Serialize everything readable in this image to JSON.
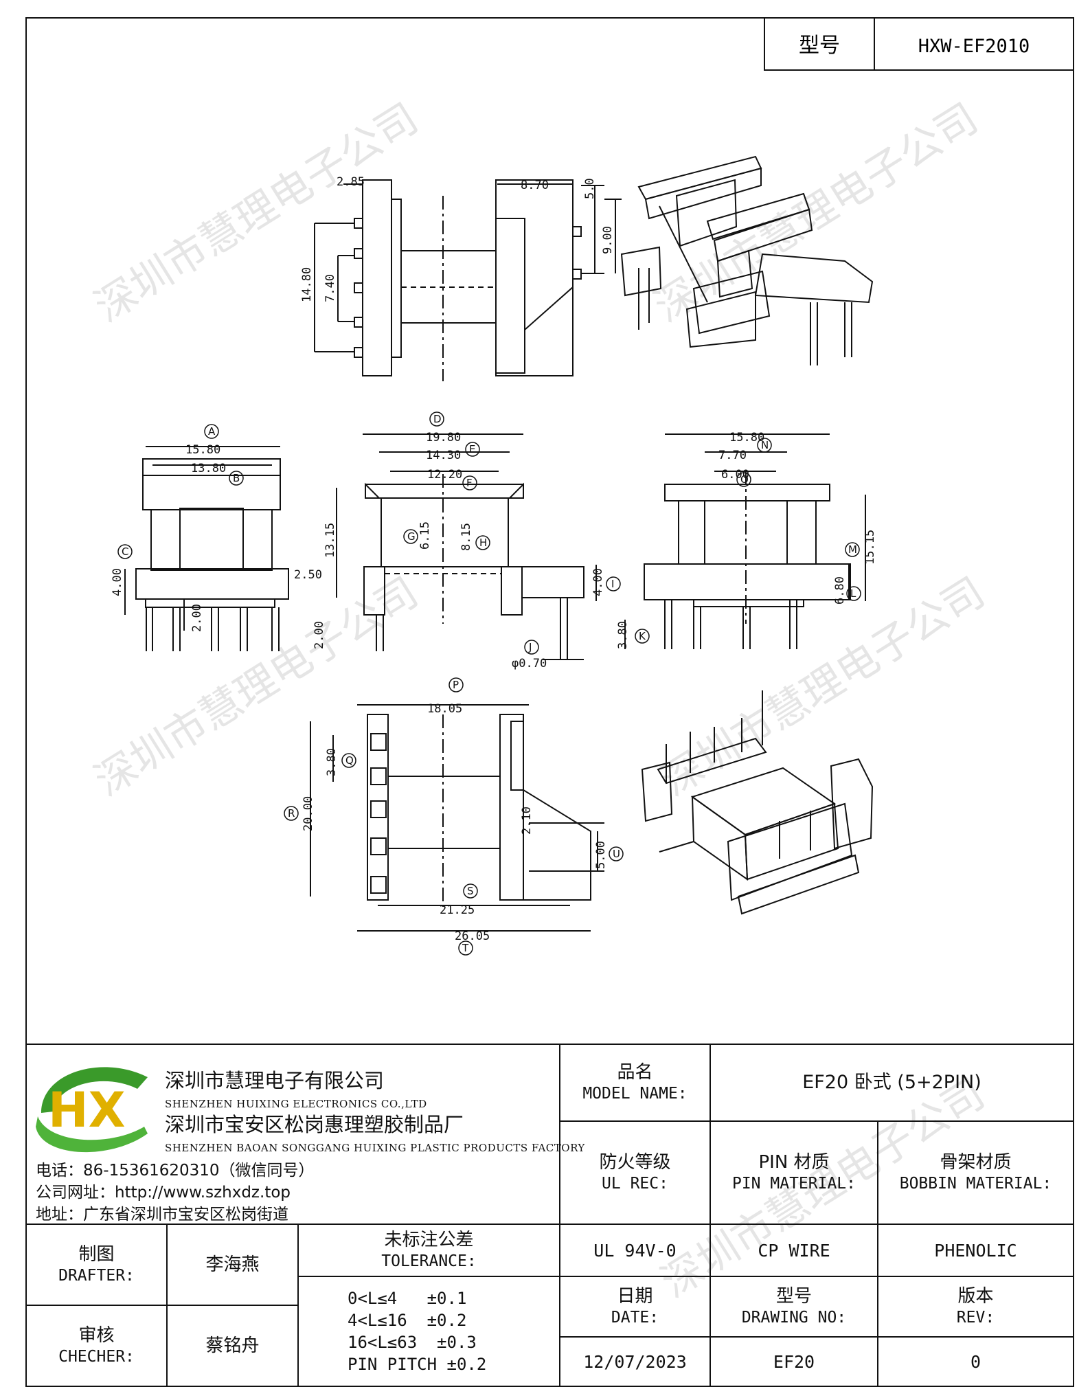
{
  "header": {
    "model_label": "型号",
    "model_value": "HXW-EF2010"
  },
  "watermark": "深圳市慧理电子公司",
  "dimensions": {
    "top_view": [
      "2.85",
      "14.80",
      "7.40",
      "8.70",
      "5.0",
      "9.00"
    ],
    "front_view": [
      "15.80",
      "13.80",
      "4.00",
      "2.00",
      "2.50"
    ],
    "mid_view": [
      "19.80",
      "14.30",
      "12.20",
      "13.15",
      "6.15",
      "8.15",
      "4.00",
      "2.00",
      "φ0.70"
    ],
    "side_view": [
      "15.80",
      "7.70",
      "6.00",
      "15.15",
      "6.80",
      "3.80"
    ],
    "bottom_view": [
      "18.05",
      "3.80",
      "20.00",
      "2.10",
      "5.00",
      "21.25",
      "26.05"
    ]
  },
  "callouts": [
    "A",
    "B",
    "C",
    "D",
    "E",
    "F",
    "G",
    "H",
    "I",
    "J",
    "K",
    "L",
    "M",
    "N",
    "O",
    "P",
    "Q",
    "R",
    "S",
    "T",
    "U"
  ],
  "company": {
    "logo_text": "HX",
    "name_cn": "深圳市慧理电子有限公司",
    "name_en": "SHENZHEN HUIXING ELECTRONICS CO.,LTD",
    "factory_cn": "深圳市宝安区松岗惠理塑胶制品厂",
    "factory_en": "SHENZHEN BAOAN SONGGANG HUIXING PLASTIC PRODUCTS FACTORY",
    "phone": "电话：86-15361620310（微信同号）",
    "website": "公司网址：http://www.szhxdz.top",
    "address": "地址：广东省深圳市宝安区松岗街道"
  },
  "title_block": {
    "product_label_cn": "品名",
    "product_label_en": "MODEL NAME:",
    "product_value": "EF20 卧式 (5+2PIN)",
    "fire_label_cn": "防火等级",
    "fire_label_en": "UL REC:",
    "pin_label_cn": "PIN 材质",
    "pin_label_en": "PIN MATERIAL:",
    "bobbin_label_cn": "骨架材质",
    "bobbin_label_en": "BOBBIN MATERIAL:",
    "fire_value": "UL 94V-0",
    "pin_value": "CP WIRE",
    "bobbin_value": "PHENOLIC",
    "drafter_label_cn": "制图",
    "drafter_label_en": "DRAFTER:",
    "drafter_value": "李海燕",
    "checker_label_cn": "审核",
    "checker_label_en": "CHECHER:",
    "checker_value": "蔡铭舟",
    "tolerance_label_cn": "未标注公差",
    "tolerance_label_en": "TOLERANCE:",
    "tolerance_lines": [
      "0<L≤4   ±0.1",
      "4<L≤16  ±0.2",
      "16<L≤63  ±0.3",
      "PIN PITCH ±0.2"
    ],
    "date_label_cn": "日期",
    "date_label_en": "DATE:",
    "date_value": "12/07/2023",
    "drawing_label_cn": "型号",
    "drawing_label_en": "DRAWING NO:",
    "drawing_value": "EF20",
    "rev_label_cn": "版本",
    "rev_label_en": "REV:",
    "rev_value": "0"
  },
  "colors": {
    "line": "#111111",
    "logo_green": "#3a9a2a",
    "logo_yellow": "#e0b000",
    "watermark": "#d0d0d0"
  }
}
